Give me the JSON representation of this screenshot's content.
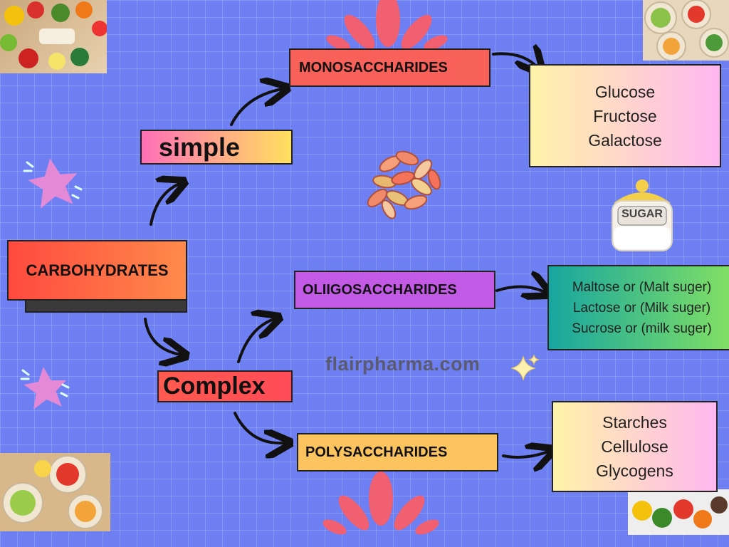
{
  "root": {
    "label": "CARBOHYDRATES"
  },
  "branches": {
    "simple": {
      "label": "simple"
    },
    "complex": {
      "label": "Complex"
    }
  },
  "types": {
    "mono": {
      "label": "MONOSACCHARIDES",
      "examples": [
        "Glucose",
        "Fructose",
        "Galactose"
      ]
    },
    "oligo": {
      "label": "OLIIGOSACCHARIDES",
      "examples": [
        "Maltose or (Malt suger)",
        "Lactose or (Milk suger)",
        "Sucrose or (milk suger)"
      ]
    },
    "poly": {
      "label": "POLYSACCHARIDES",
      "examples": [
        "Starches",
        "Cellulose",
        "Glycogens"
      ]
    }
  },
  "jar": {
    "label": "SUGAR"
  },
  "watermark": "flairpharma.com",
  "colors": {
    "background": "#6d7ff1",
    "root": "#ff4a3f",
    "mono": "#f8605a",
    "oligo": "#c25ae6",
    "poly": "#fbc45f",
    "star": "#e489d6",
    "petal": "#f06070"
  },
  "icons": [
    "star-icon",
    "sparkle-icon",
    "petal-burst-icon",
    "sugar-jar-icon",
    "beans-icon",
    "arrow-icon"
  ]
}
